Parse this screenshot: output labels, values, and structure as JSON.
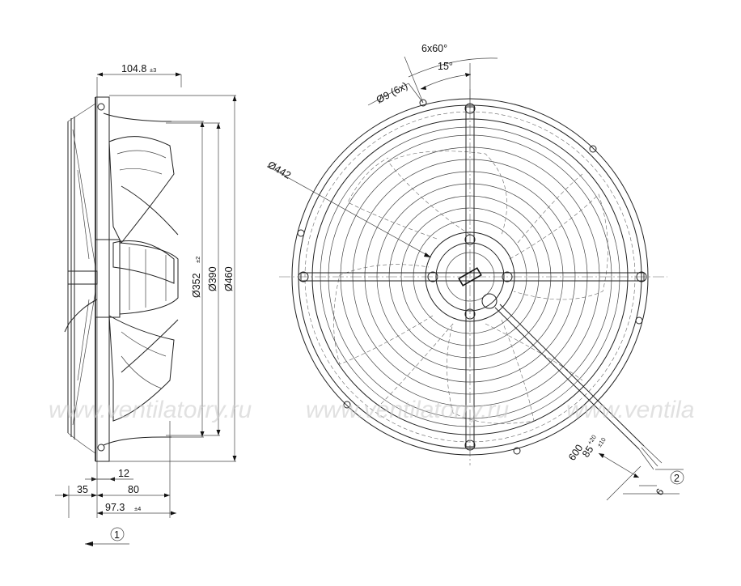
{
  "watermark": {
    "text_1": "www.ventilatorry.ru",
    "text_2": "www.ventilatorry.ru",
    "text_3": "www.ventila"
  },
  "side_view": {
    "width": {
      "value": "104.8",
      "tolerance": "±3"
    },
    "dia_352": {
      "value": "Ø352",
      "tolerance": "±2"
    },
    "dia_390": {
      "value": "Ø390"
    },
    "dia_460": {
      "value": "Ø460"
    },
    "dim_12": {
      "value": "12"
    },
    "dim_35": {
      "value": "35"
    },
    "dim_80": {
      "value": "80"
    },
    "depth": {
      "value": "97.3",
      "tolerance": "±4"
    },
    "view_marker": "1"
  },
  "front_view": {
    "angle_pitch": {
      "value": "6x60°"
    },
    "angle_offset": {
      "value": "15°"
    },
    "holes": {
      "value": "Ø9 (6x)"
    },
    "dia_442": {
      "value": "Ø442"
    },
    "cable_85": {
      "value": "85",
      "tolerance": "±10"
    },
    "cable_600": {
      "value": "600",
      "tolerance": "+20"
    },
    "cable_6": {
      "value": "6"
    },
    "view_marker": "2"
  }
}
